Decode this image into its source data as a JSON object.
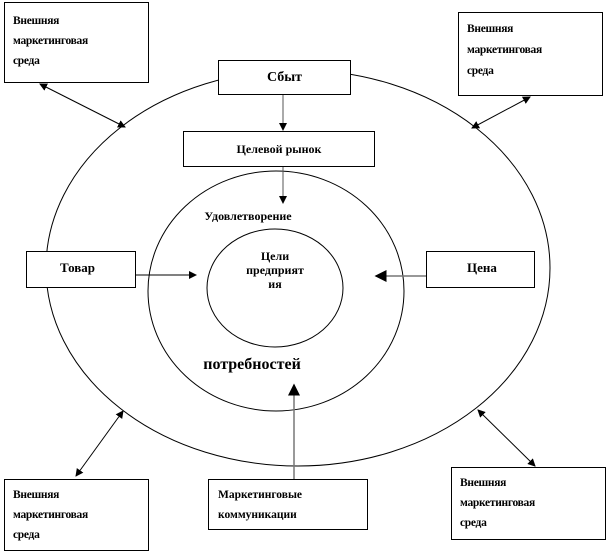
{
  "environment_label": "Внешняя маркетинговая среда",
  "boxes": {
    "env_top_left": [
      "Внешняя",
      "маркетинговая",
      "среда"
    ],
    "env_top_right": [
      "Внешняя",
      "маркетинговая",
      "среда"
    ],
    "env_bottom_left": [
      "Внешняя",
      "маркетинговая",
      "среда"
    ],
    "env_bottom_right": [
      "Внешняя",
      "маркетинговая",
      "среда"
    ],
    "sales": "Сбыт",
    "target_market": "Целевой рынок",
    "product": "Товар",
    "price": "Цена",
    "marketing_comm": [
      "Маркетинговые",
      "коммуникации"
    ]
  },
  "circle_labels": {
    "satisfaction": "Удовлетворение",
    "needs": "потребностей",
    "goals": [
      "Цели",
      "предприят",
      "ия"
    ]
  }
}
